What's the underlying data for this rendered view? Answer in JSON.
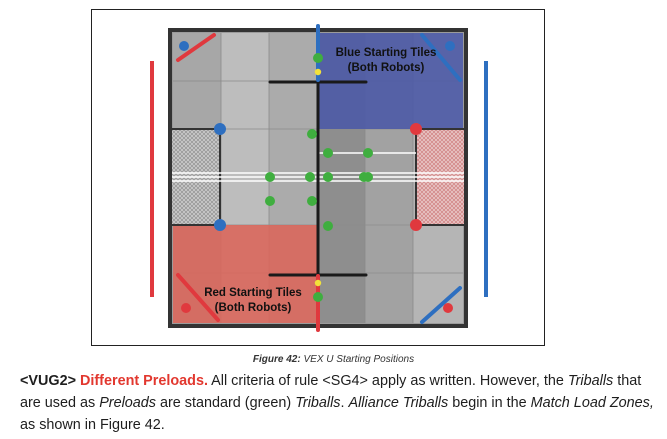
{
  "figure": {
    "label_blue_line1": "Blue Starting Tiles",
    "label_blue_line2": "(Both Robots)",
    "label_red_line1": "Red Starting Tiles",
    "label_red_line2": "(Both Robots)",
    "colors": {
      "blue": "#2e6fc0",
      "red": "#e0393e",
      "green": "#3fae3f",
      "blue_tile": "#4c5aa6",
      "red_tile": "#d9675c"
    }
  },
  "caption": {
    "number": "Figure 42:",
    "text": "VEX U Starting Positions"
  },
  "rule": {
    "id": "<VUG2>",
    "title": "Different Preloads.",
    "t1": "All criteria of rule <SG4> apply as written.  However, the ",
    "e1": "Triballs",
    "t2": " that are used as ",
    "e2": "Preloads",
    "t3": " are standard (green) ",
    "e3": "Triballs",
    "t4": ".  ",
    "e4": "Alliance Triballs",
    "t5": " begin in the ",
    "e5": "Match Load Zones,",
    "t6": " as shown in Figure 42."
  }
}
